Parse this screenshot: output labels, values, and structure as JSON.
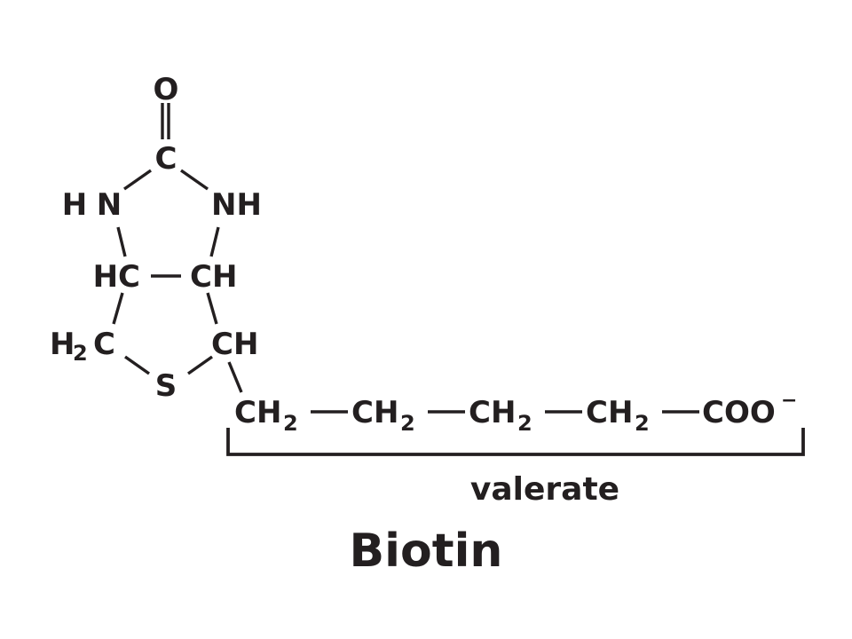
{
  "molecule": {
    "atoms": {
      "carbonyl_o": "O",
      "urea_c": "C",
      "n_left_h": "H",
      "n_left_n": "N",
      "n_right": "NH",
      "ch_left": "HC",
      "ch_right": "CH",
      "ch2_ring_h": "H",
      "ch2_ring_2": "2",
      "ch2_ring_c": "C",
      "ch_ring_right": "CH",
      "sulfur": "S"
    },
    "chain": [
      {
        "main": "CH",
        "sub": "2"
      },
      {
        "main": "CH",
        "sub": "2"
      },
      {
        "main": "CH",
        "sub": "2"
      },
      {
        "main": "CH",
        "sub": "2"
      }
    ],
    "carboxylate": {
      "main": "COO",
      "charge": "−"
    }
  },
  "labels": {
    "bracket_label": "valerate",
    "title": "Biotin"
  },
  "colors": {
    "ink": "#231f20",
    "background": "#ffffff"
  }
}
